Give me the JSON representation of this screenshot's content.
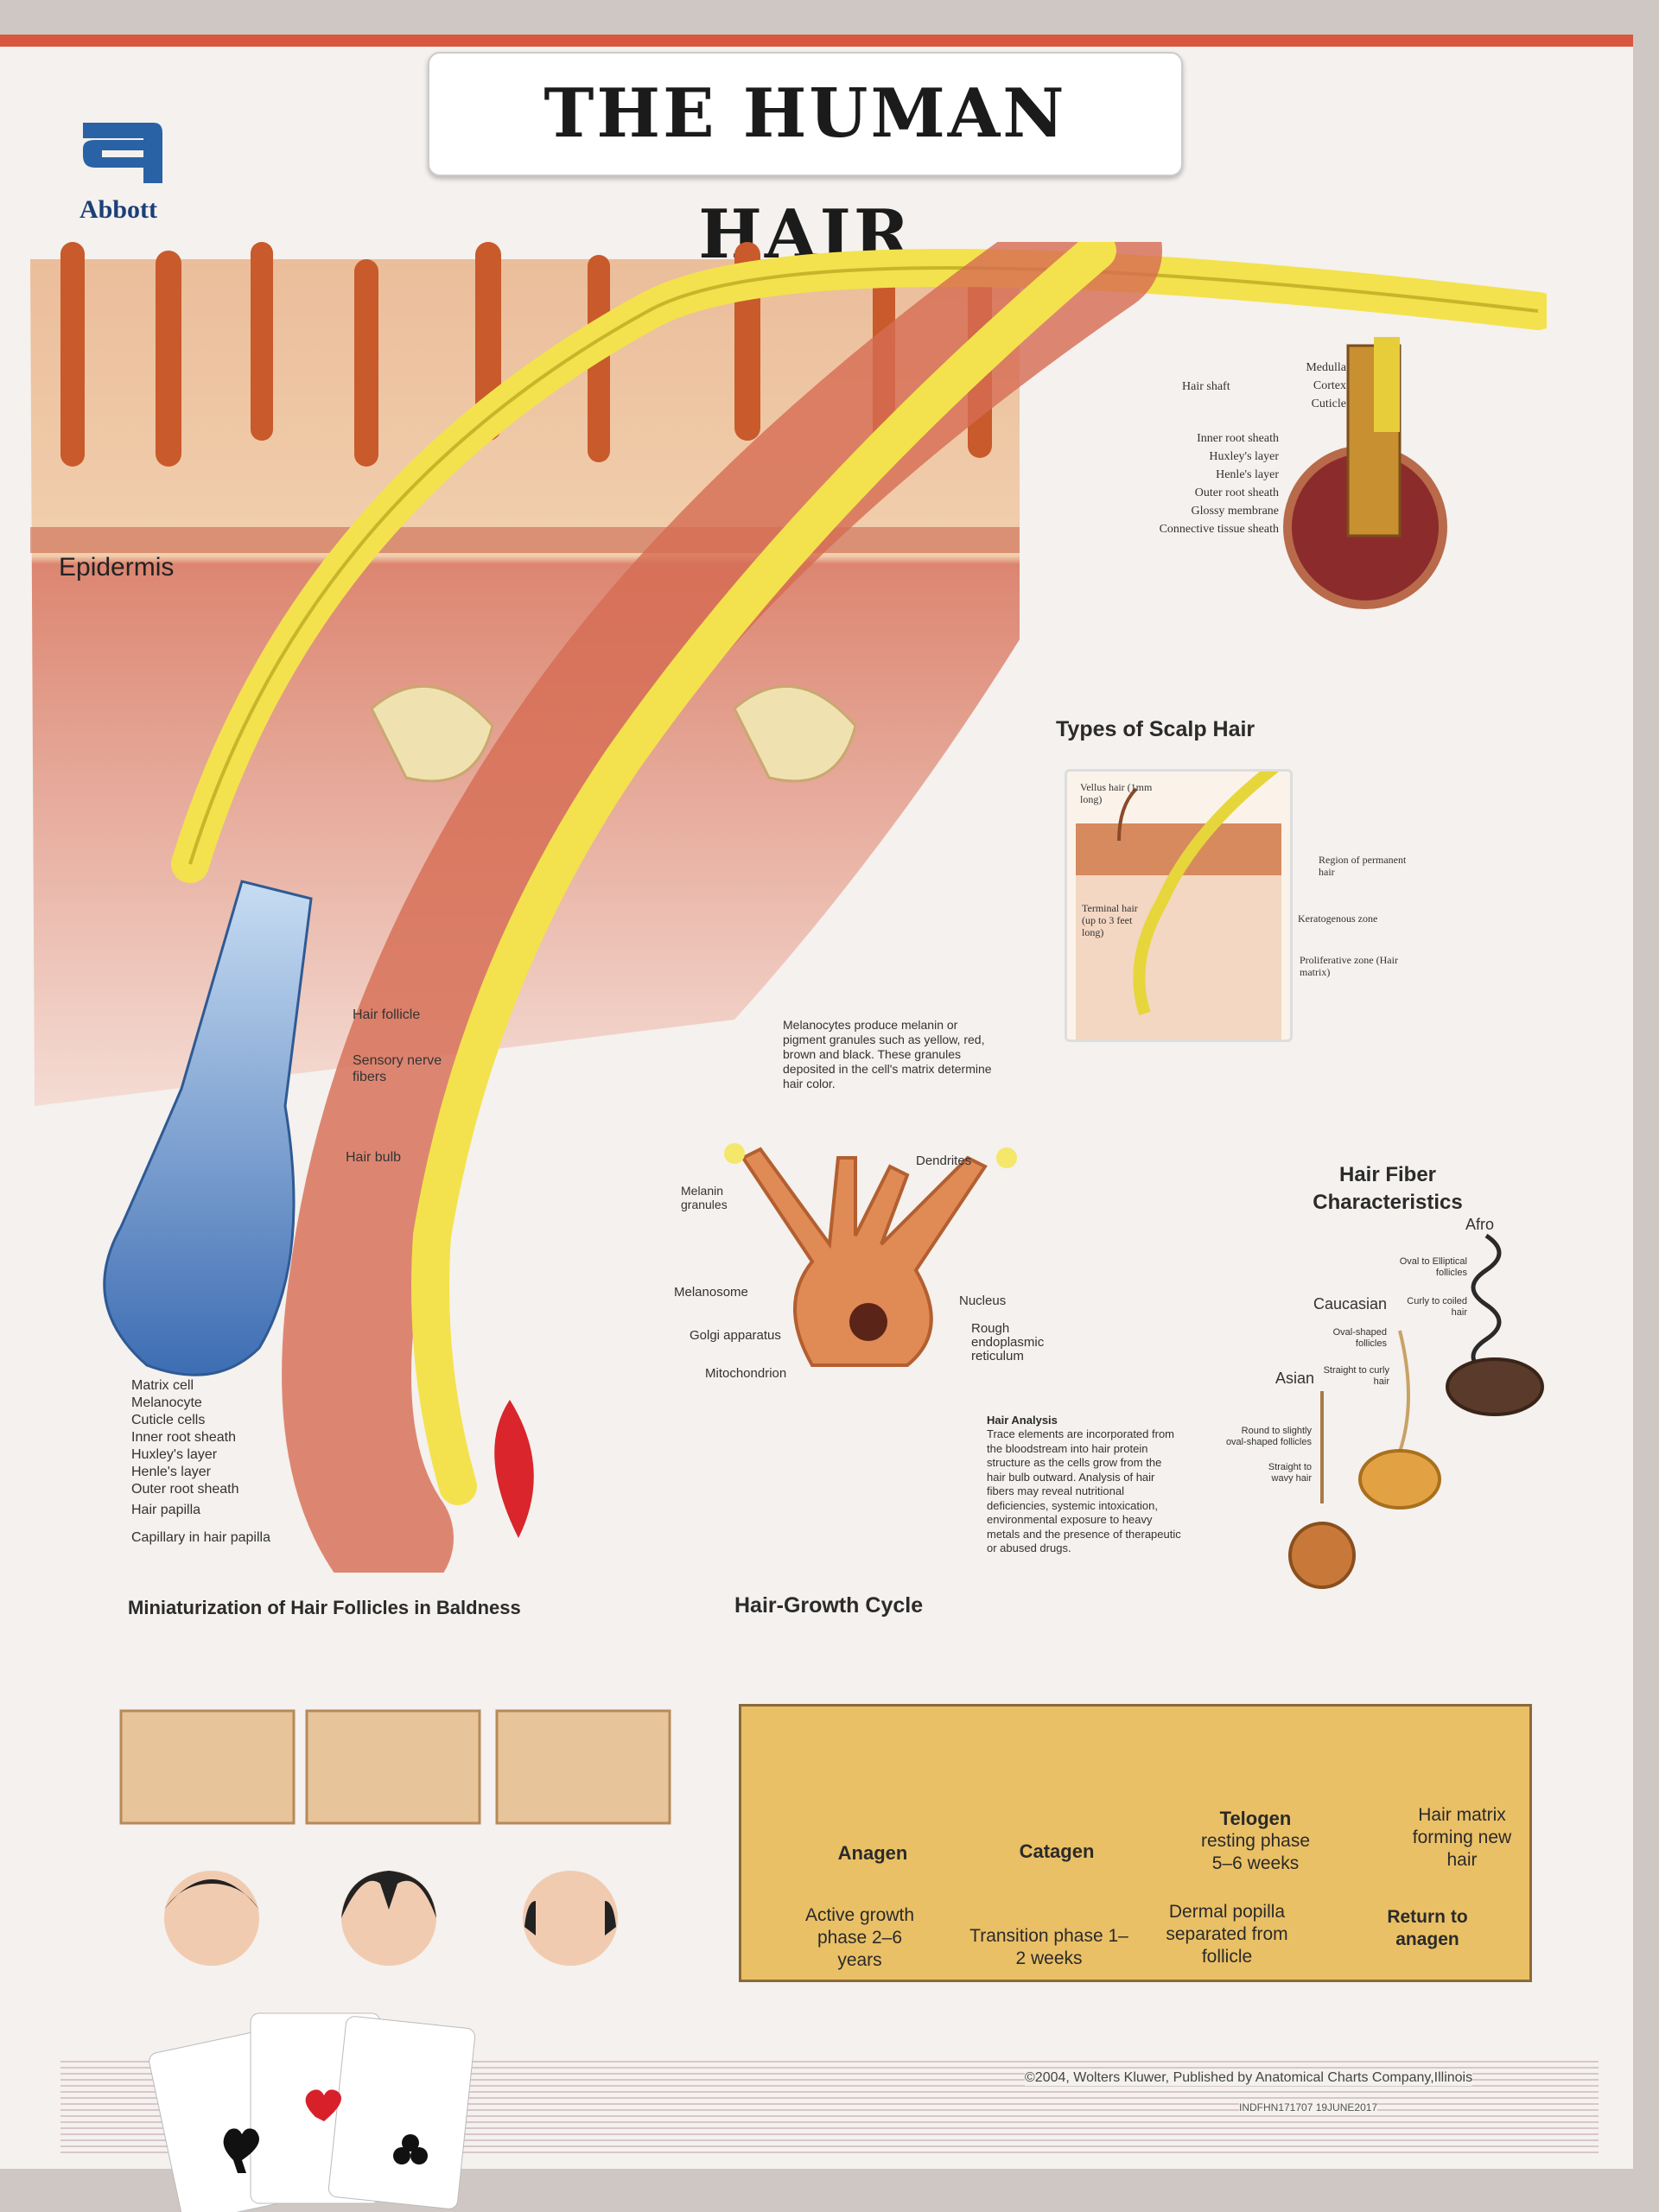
{
  "brand": {
    "name": "Abbott",
    "color": "#2a62a6"
  },
  "title": "THE HUMAN HAIR",
  "labels": {
    "epidermis": "Epidermis",
    "hair_follicle": "Hair follicle",
    "sensory_nerve_fibers": "Sensory nerve fibers",
    "hair_bulb": "Hair bulb",
    "left_list": [
      "Matrix cell",
      "Melanocyte",
      "Cuticle cells",
      "Inner root sheath",
      "Huxley's layer",
      "Henle's layer",
      "Outer root sheath",
      "Hair papilla",
      "Capillary in hair papilla"
    ],
    "hair_shaft": "Hair shaft",
    "shaft_layers": [
      "Medulla",
      "Cortex",
      "Cuticle"
    ],
    "sheath_layers": [
      "Inner root sheath",
      "Huxley's layer",
      "Henle's layer",
      "Outer root sheath",
      "Glossy membrane",
      "Connective tissue sheath"
    ]
  },
  "scalp_hair": {
    "title": "Types of Scalp Hair",
    "vellus": "Vellus hair (1mm long)",
    "terminal": "Terminal hair (up to 3 feet long)",
    "zones": [
      "Region of permanent hair",
      "Keratogenous zone",
      "Proliferative zone (Hair matrix)"
    ]
  },
  "melanocyte": {
    "description": "Melanocytes produce melanin or pigment granules such as yellow, red, brown and black. These granules deposited in the cell's matrix determine hair color.",
    "labels": [
      "Melanin granules",
      "Dendrites",
      "Melanosome",
      "Nucleus",
      "Golgi apparatus",
      "Rough endoplasmic reticulum",
      "Mitochondrion"
    ]
  },
  "hair_analysis": {
    "title": "Hair Analysis",
    "text": "Trace elements are incorporated from the bloodstream into hair protein structure as the cells grow from the hair bulb outward. Analysis of hair fibers may reveal nutritional deficiencies, systemic intoxication, environmental exposure to heavy metals and the presence of therapeutic or abused drugs."
  },
  "fiber": {
    "title_line1": "Hair Fiber",
    "title_line2": "Characteristics",
    "afro": "Afro",
    "afro_desc1": "Oval to Elliptical follicles",
    "afro_desc2": "Curly to coiled hair",
    "caucasian": "Caucasian",
    "cauc_desc1": "Oval-shaped follicles",
    "cauc_desc2": "Straight to curly hair",
    "asian": "Asian",
    "asian_desc1": "Round to slightly oval-shaped follicles",
    "asian_desc2": "Straight to wavy hair"
  },
  "baldness": {
    "title": "Miniaturization of Hair Follicles in Baldness"
  },
  "growth": {
    "title": "Hair-Growth Cycle",
    "panels": [
      {
        "name": "Anagen",
        "desc": "Active growth phase 2–6 years"
      },
      {
        "name": "Catagen",
        "desc": "Transition phase 1–2 weeks"
      },
      {
        "name": "Telogen",
        "desc": "resting phase 5–6 weeks",
        "extra": "Dermal popilla separated from follicle"
      },
      {
        "name": "Hair matrix forming new hair",
        "desc": "Return to anagen"
      }
    ]
  },
  "footer": {
    "copyright": "©2004, Wolters Kluwer, Published by Anatomical Charts Company,Illinois",
    "code": "INDFHN171707 19JUNE2017"
  }
}
